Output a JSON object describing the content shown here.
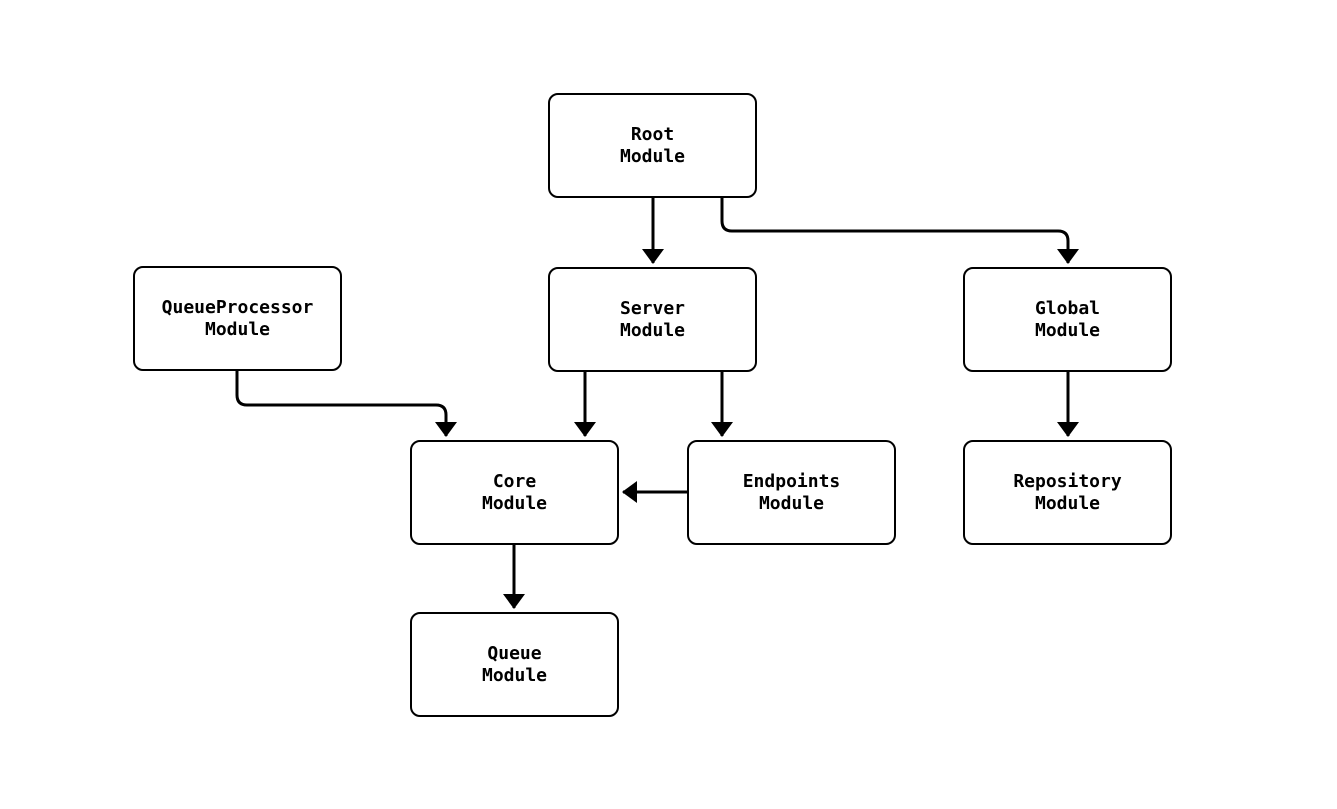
{
  "diagram": {
    "background_color": "#ffffff",
    "line_color": "#000000",
    "node_fill_color": "#ffffff",
    "node_border_color": "#000000",
    "nodes": {
      "root": {
        "label": "Root\nModule"
      },
      "queue_processor": {
        "label": "QueueProcessor\nModule"
      },
      "server": {
        "label": "Server\nModule"
      },
      "global": {
        "label": "Global\nModule"
      },
      "core": {
        "label": "Core\nModule"
      },
      "endpoints": {
        "label": "Endpoints\nModule"
      },
      "repository": {
        "label": "Repository\nModule"
      },
      "queue": {
        "label": "Queue\nModule"
      }
    },
    "edges": [
      {
        "from": "Root Module",
        "to": "Server Module"
      },
      {
        "from": "Root Module",
        "to": "Global Module"
      },
      {
        "from": "QueueProcessor Module",
        "to": "Core Module"
      },
      {
        "from": "Server Module",
        "to": "Core Module"
      },
      {
        "from": "Server Module",
        "to": "Endpoints Module"
      },
      {
        "from": "Endpoints Module",
        "to": "Core Module"
      },
      {
        "from": "Global Module",
        "to": "Repository Module"
      },
      {
        "from": "Core Module",
        "to": "Queue Module"
      }
    ]
  }
}
